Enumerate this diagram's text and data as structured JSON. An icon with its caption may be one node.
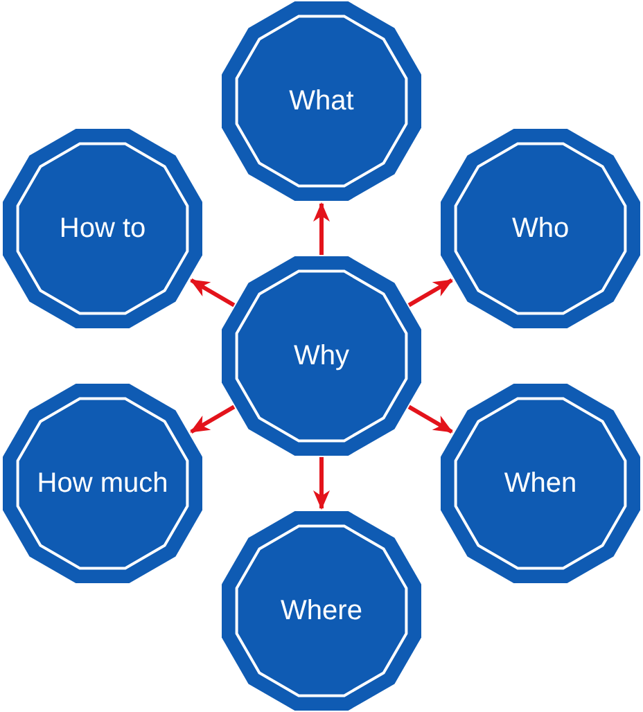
{
  "diagram": {
    "nodes": [
      {
        "text": [
          "What"
        ]
      },
      {
        "text": [
          "How to"
        ]
      },
      {
        "text": [
          "Who"
        ]
      },
      {
        "text": [
          "Why"
        ]
      },
      {
        "text": [
          "How much"
        ]
      },
      {
        "text": [
          "When"
        ]
      },
      {
        "text": [
          "Where"
        ]
      }
    ],
    "edges": [
      {
        "from": 3,
        "to": 0,
        "arrow": "to"
      },
      {
        "from": 3,
        "to": 1,
        "arrow": "to"
      },
      {
        "from": 3,
        "to": 2,
        "arrow": "to"
      },
      {
        "from": 3,
        "to": 4,
        "arrow": "to"
      },
      {
        "from": 3,
        "to": 5,
        "arrow": "to"
      },
      {
        "from": 3,
        "to": 6,
        "arrow": "to"
      }
    ]
  }
}
